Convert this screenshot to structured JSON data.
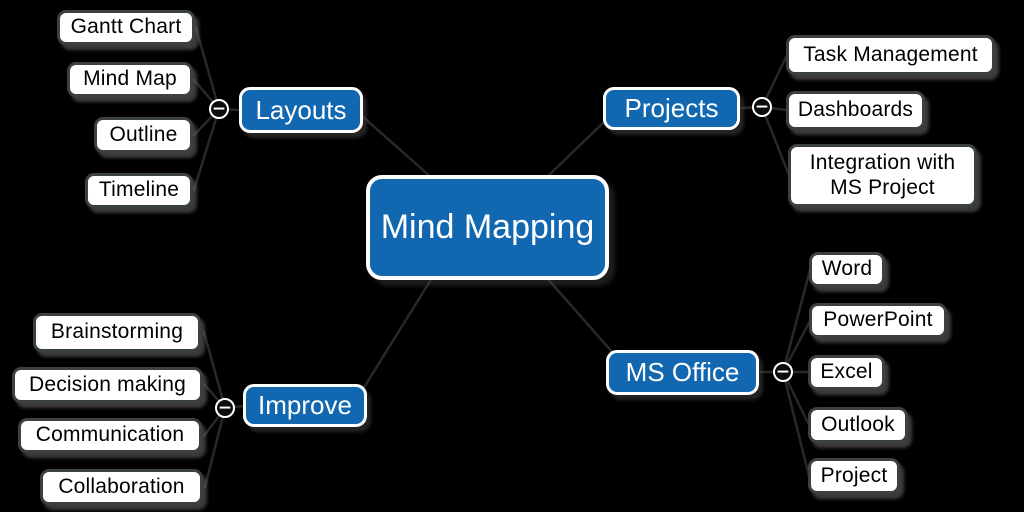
{
  "center_topic": {
    "label": "Mind Mapping"
  },
  "branches": [
    {
      "label": "Layouts",
      "children": [
        "Gantt Chart",
        "Mind Map",
        "Outline",
        "Timeline"
      ]
    },
    {
      "label": "Projects",
      "children": [
        "Task Management",
        "Dashboards",
        "Integration with MS Project"
      ]
    },
    {
      "label": "Improve",
      "children": [
        "Brainstorming",
        "Decision making",
        "Communication",
        "Collaboration"
      ]
    },
    {
      "label": "MS Office",
      "children": [
        "Word",
        "PowerPoint",
        "Excel",
        "Outlook",
        "Project"
      ]
    }
  ],
  "icons": {
    "collapse": "−"
  },
  "colors": {
    "background": "#000000",
    "topic_blue": "#1268b0",
    "topic_text": "#ffffff",
    "leaf_bg": "#ffffff",
    "leaf_border": "#3b4043",
    "leaf_text": "#000000",
    "connector": "#282828"
  }
}
